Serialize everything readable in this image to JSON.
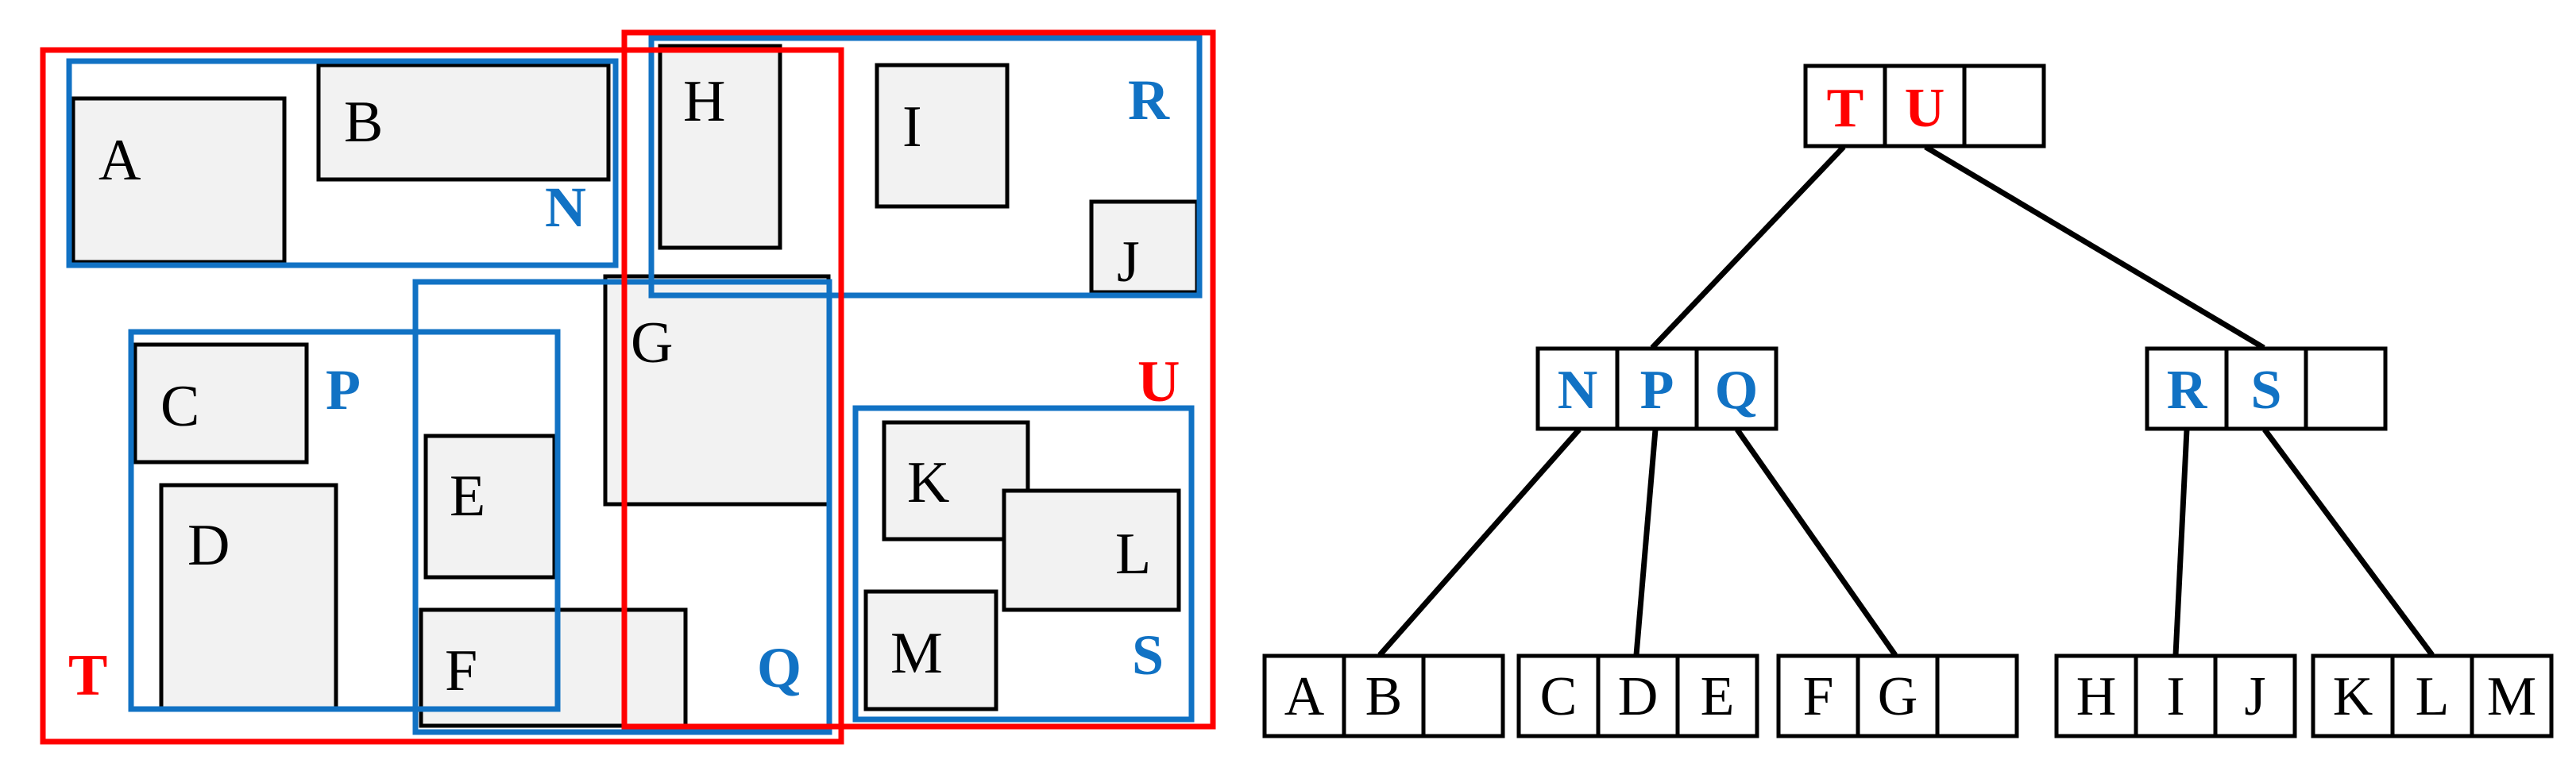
{
  "colors": {
    "object_fill": "#f2f2f2",
    "object_stroke": "#000000",
    "mbr_red": "#ff0000",
    "mbr_blue": "#1172c4",
    "node_stroke": "#000000",
    "edge": "#000000"
  },
  "left_panel": {
    "objects": [
      "A",
      "B",
      "C",
      "D",
      "E",
      "F",
      "G",
      "H",
      "I",
      "J",
      "K",
      "L",
      "M"
    ],
    "level1_mbrs": [
      "T",
      "U"
    ],
    "level2_mbrs": [
      "N",
      "P",
      "Q",
      "R",
      "S"
    ]
  },
  "tree": {
    "root": [
      "T",
      "U",
      ""
    ],
    "internal": [
      [
        "N",
        "P",
        "Q"
      ],
      [
        "R",
        "S",
        ""
      ]
    ],
    "leaves": [
      [
        "A",
        "B",
        ""
      ],
      [
        "C",
        "D",
        "E"
      ],
      [
        "F",
        "G",
        ""
      ],
      [
        "H",
        "I",
        "J"
      ],
      [
        "K",
        "L",
        "M"
      ]
    ]
  }
}
